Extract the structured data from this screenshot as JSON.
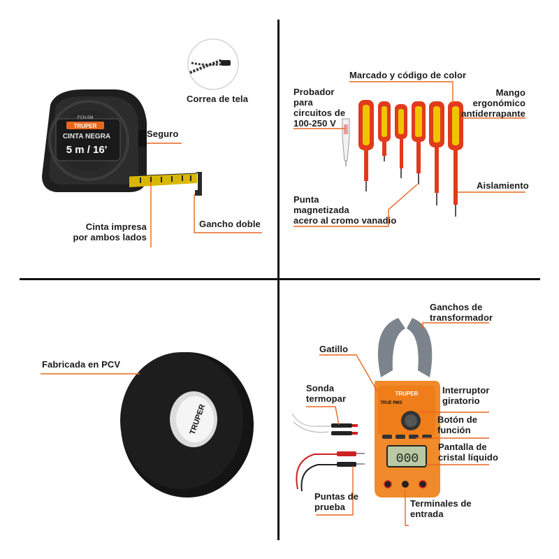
{
  "colors": {
    "accent": "#e8671f",
    "divider": "#111111",
    "label_text": "#1a1a1a"
  },
  "quadrants": {
    "tape_measure": {
      "brand_text": "TRUPER",
      "model_text": "FCN-5M",
      "product_name": "CINTA NEGRA",
      "size_text": "5 m / 16'",
      "labels": {
        "strap": "Correa de tela",
        "lock": "Seguro",
        "double_hook": "Gancho doble",
        "printed_tape": "Cinta impresa\npor ambos lados"
      }
    },
    "screwdrivers": {
      "labels": {
        "color_code": "Marcado y código de color",
        "tester": "Probador\npara\ncircuitos de\n100-250 V",
        "handle": "Mango\nergonómico\nantiderrapante",
        "insulation": "Aislamiento",
        "tip": "Punta\nmagnetizada\nacero al cromo vanadio"
      }
    },
    "electrical_tape": {
      "brand_text": "TRUPER",
      "labels": {
        "pvc": "Fabricada en PCV"
      }
    },
    "clamp_meter": {
      "brand_text": "TRUPER",
      "mode_text": "TRUE RMS",
      "display_text": "000",
      "labels": {
        "jaws": "Ganchos de\ntransformador",
        "trigger": "Gatillo",
        "rotary": "Interruptor\ngiratorio",
        "thermocouple": "Sonda\ntermopar",
        "function_button": "Botón de\nfunción",
        "lcd": "Pantalla de\ncristal líquido",
        "probes": "Puntas de\nprueba",
        "terminals": "Terminales de\nentrada"
      }
    }
  }
}
